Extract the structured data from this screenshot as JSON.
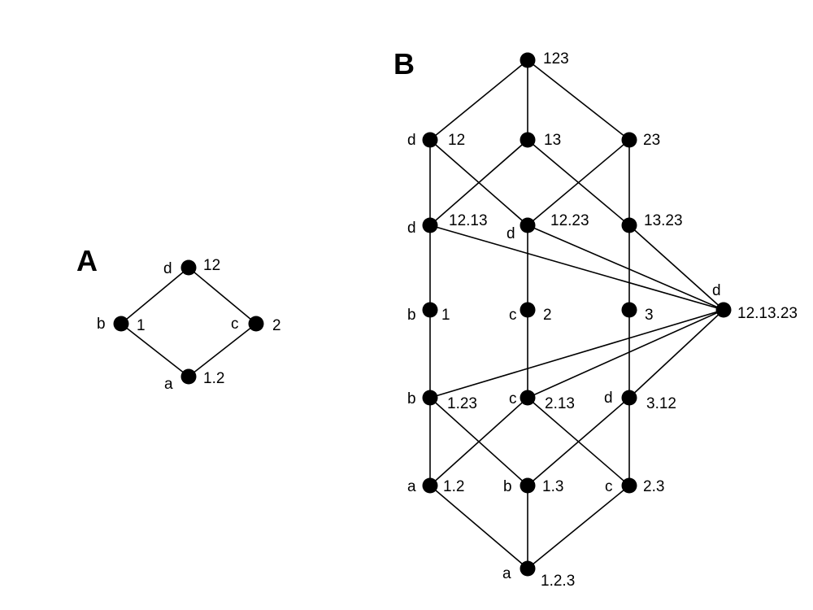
{
  "panel_a": {
    "title": "A",
    "nodes": [
      {
        "id": "12",
        "label": "12",
        "tag": "d"
      },
      {
        "id": "1",
        "label": "1",
        "tag": "b"
      },
      {
        "id": "2",
        "label": "2",
        "tag": "c"
      },
      {
        "id": "1.2",
        "label": "1.2",
        "tag": "a"
      }
    ],
    "edges": [
      [
        "12",
        "1"
      ],
      [
        "12",
        "2"
      ],
      [
        "1",
        "1.2"
      ],
      [
        "2",
        "1.2"
      ]
    ]
  },
  "panel_b": {
    "title": "B",
    "nodes": [
      {
        "id": "123",
        "label": "123",
        "tag": ""
      },
      {
        "id": "12",
        "label": "12",
        "tag": "d"
      },
      {
        "id": "13",
        "label": "13",
        "tag": ""
      },
      {
        "id": "23",
        "label": "23",
        "tag": ""
      },
      {
        "id": "12.13",
        "label": "12.13",
        "tag": "d"
      },
      {
        "id": "12.23",
        "label": "12.23",
        "tag": "d"
      },
      {
        "id": "13.23",
        "label": "13.23",
        "tag": ""
      },
      {
        "id": "12.13.23",
        "label": "12.13.23",
        "tag": "d"
      },
      {
        "id": "1",
        "label": "1",
        "tag": "b"
      },
      {
        "id": "2",
        "label": "2",
        "tag": "c"
      },
      {
        "id": "3",
        "label": "3",
        "tag": ""
      },
      {
        "id": "1.23",
        "label": "1.23",
        "tag": "b"
      },
      {
        "id": "2.13",
        "label": "2.13",
        "tag": "c"
      },
      {
        "id": "3.12",
        "label": "3.12",
        "tag": "d"
      },
      {
        "id": "1.2",
        "label": "1.2",
        "tag": "a"
      },
      {
        "id": "1.3",
        "label": "1.3",
        "tag": "b"
      },
      {
        "id": "2.3",
        "label": "2.3",
        "tag": "c"
      },
      {
        "id": "1.2.3",
        "label": "1.2.3",
        "tag": "a"
      }
    ],
    "edges": [
      [
        "123",
        "12"
      ],
      [
        "123",
        "13"
      ],
      [
        "123",
        "23"
      ],
      [
        "12",
        "12.13"
      ],
      [
        "12",
        "12.23"
      ],
      [
        "13",
        "12.13"
      ],
      [
        "13",
        "13.23"
      ],
      [
        "23",
        "12.23"
      ],
      [
        "23",
        "13.23"
      ],
      [
        "12.13",
        "12.13.23"
      ],
      [
        "12.23",
        "12.13.23"
      ],
      [
        "13.23",
        "12.13.23"
      ],
      [
        "12.13",
        "1"
      ],
      [
        "12.23",
        "2"
      ],
      [
        "13.23",
        "3"
      ],
      [
        "1",
        "1.23"
      ],
      [
        "2",
        "2.13"
      ],
      [
        "3",
        "3.12"
      ],
      [
        "12.13.23",
        "1.23"
      ],
      [
        "12.13.23",
        "2.13"
      ],
      [
        "12.13.23",
        "3.12"
      ],
      [
        "1.23",
        "1.2"
      ],
      [
        "1.23",
        "1.3"
      ],
      [
        "2.13",
        "1.2"
      ],
      [
        "2.13",
        "2.3"
      ],
      [
        "3.12",
        "1.3"
      ],
      [
        "3.12",
        "2.3"
      ],
      [
        "1.2",
        "1.2.3"
      ],
      [
        "1.3",
        "1.2.3"
      ],
      [
        "2.3",
        "1.2.3"
      ]
    ]
  }
}
